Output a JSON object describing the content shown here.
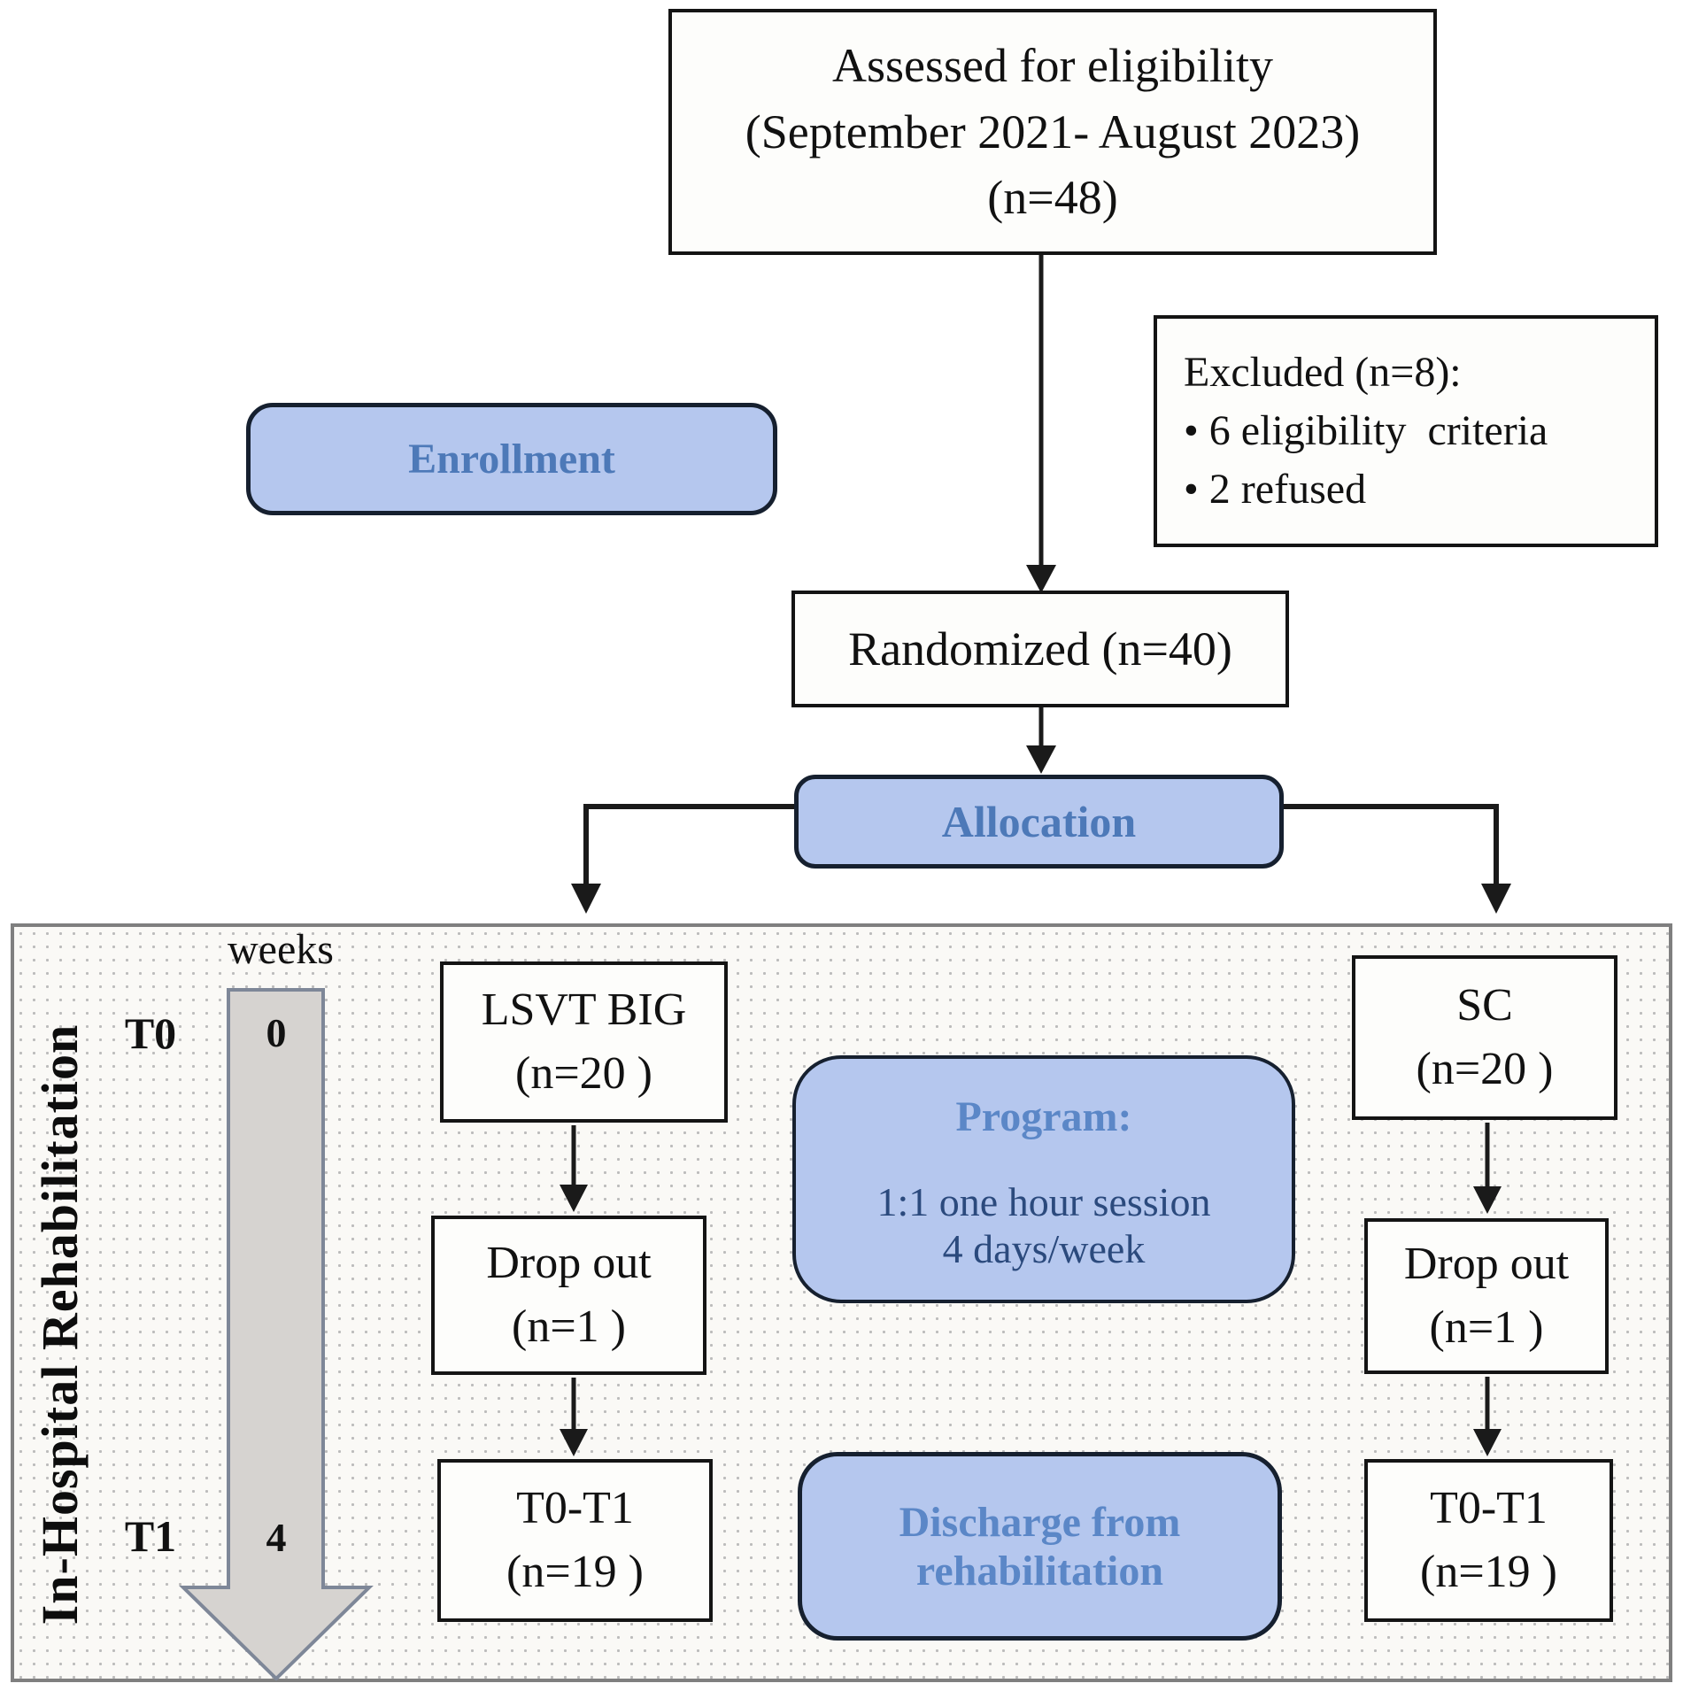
{
  "flow": {
    "assessed": {
      "line1": "Assessed for eligibility",
      "line2": "(September 2021- August 2023)",
      "line3": "(n=48)"
    },
    "excluded": {
      "title": "Excluded (n=8):",
      "item1": "• 6 eligibility  criteria",
      "item2": "• 2 refused"
    },
    "enrollment_label": "Enrollment",
    "randomized_label": "Randomized (n=40)",
    "allocation_label": "Allocation"
  },
  "panel": {
    "side_label": "In-Hospital Rehabilitation",
    "weeks_label": "weeks",
    "timeline": {
      "t0": "T0",
      "t0_week": "0",
      "t1": "T1",
      "t1_week": "4"
    },
    "left_column": {
      "group_line1": "LSVT BIG",
      "group_line2": "(n=20 )",
      "dropout_line1": "Drop out",
      "dropout_line2": "(n=1 )",
      "result_line1": "T0-T1",
      "result_line2": "(n=19 )"
    },
    "right_column": {
      "group_line1": "SC",
      "group_line2": "(n=20 )",
      "dropout_line1": "Drop out",
      "dropout_line2": "(n=1 )",
      "result_line1": "T0-T1",
      "result_line2": "(n=19 )"
    },
    "program": {
      "title": "Program:",
      "line1": "1:1 one hour session",
      "line2": "4 days/week"
    },
    "discharge": {
      "line1": "Discharge from",
      "line2": "rehabilitation"
    }
  },
  "colors": {
    "pill_fill": "#b5c7ee",
    "pill_border": "#16202f",
    "pill_text": "#4d79b8",
    "program_body_text": "#2b4a7d",
    "box_border": "#141414",
    "panel_border": "#7f7f7f",
    "timeline_arrow_fill": "#d6d3d0",
    "timeline_arrow_stroke": "#7e8798",
    "connector": "#1a1a1a"
  }
}
